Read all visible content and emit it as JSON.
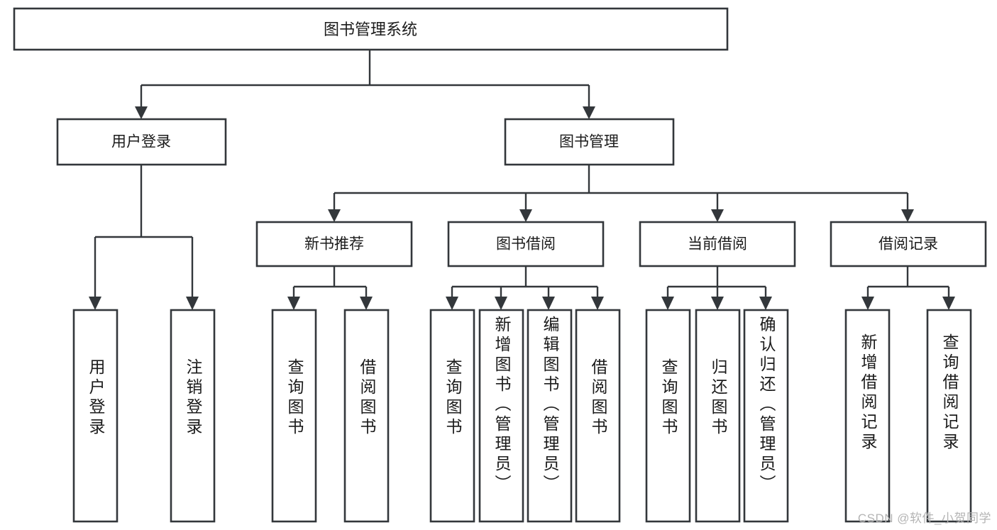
{
  "diagram": {
    "type": "tree-hierarchy",
    "title": "图书管理系统",
    "root": {
      "label": "图书管理系统",
      "children": [
        {
          "label": "用户登录",
          "children": [
            {
              "label": "用户登录"
            },
            {
              "label": "注销登录"
            }
          ]
        },
        {
          "label": "图书管理",
          "children": [
            {
              "label": "新书推荐",
              "children": [
                {
                  "label": "查询图书"
                },
                {
                  "label": "借阅图书"
                }
              ]
            },
            {
              "label": "图书借阅",
              "children": [
                {
                  "label": "查询图书"
                },
                {
                  "label": "新增图书（管理员）"
                },
                {
                  "label": "编辑图书（管理员）"
                },
                {
                  "label": "借阅图书"
                }
              ]
            },
            {
              "label": "当前借阅",
              "children": [
                {
                  "label": "查询图书"
                },
                {
                  "label": "归还图书"
                },
                {
                  "label": "确认归还（管理员）"
                }
              ]
            },
            {
              "label": "借阅记录",
              "children": [
                {
                  "label": "新增借阅记录"
                },
                {
                  "label": "查询借阅记录"
                }
              ]
            }
          ]
        }
      ]
    },
    "nodes": {
      "root": "图书管理系统",
      "user_login": "用户登录",
      "book_manage": "图书管理",
      "new_book_rec": "新书推荐",
      "book_borrow": "图书借阅",
      "current_borrow": "当前借阅",
      "borrow_record": "借阅记录",
      "leaf_user_login": "用户登录",
      "leaf_logout": "注销登录",
      "leaf_rec_query": "查询图书",
      "leaf_rec_borrow": "借阅图书",
      "leaf_borrow_query": "查询图书",
      "leaf_borrow_add": "新增图书（管理员）",
      "leaf_borrow_edit": "编辑图书（管理员）",
      "leaf_borrow_do": "借阅图书",
      "leaf_cur_query": "查询图书",
      "leaf_cur_return": "归还图书",
      "leaf_cur_confirm": "确认归还（管理员）",
      "leaf_rec_add": "新增借阅记录",
      "leaf_rec_query2": "查询借阅记录"
    },
    "colors": {
      "stroke": "#33373b",
      "fill": "#ffffff",
      "text": "#1b1b1b",
      "watermark": "#b4b4b4"
    }
  },
  "watermark": {
    "text": "CSDN @软件_小贺同学"
  }
}
